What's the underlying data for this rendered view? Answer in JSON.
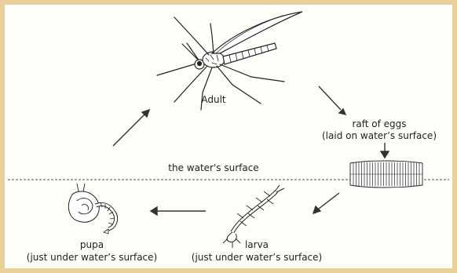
{
  "diagram": {
    "stages": {
      "adult": {
        "label": "Adult"
      },
      "eggs": {
        "label": "raft of eggs",
        "note": "(laid on water’s surface)"
      },
      "larva": {
        "label": "larva",
        "note": "(just under water’s surface)"
      },
      "pupa": {
        "label": "pupa",
        "note": "(just under water’s surface)"
      }
    },
    "surface_label": "the water's surface",
    "icons": [
      "mosquito-adult-icon",
      "egg-raft-icon",
      "larva-icon",
      "pupa-icon"
    ],
    "colors": {
      "frame": "#e8d09a",
      "ink": "#222222",
      "surface_line": "#8a8a8a"
    }
  }
}
